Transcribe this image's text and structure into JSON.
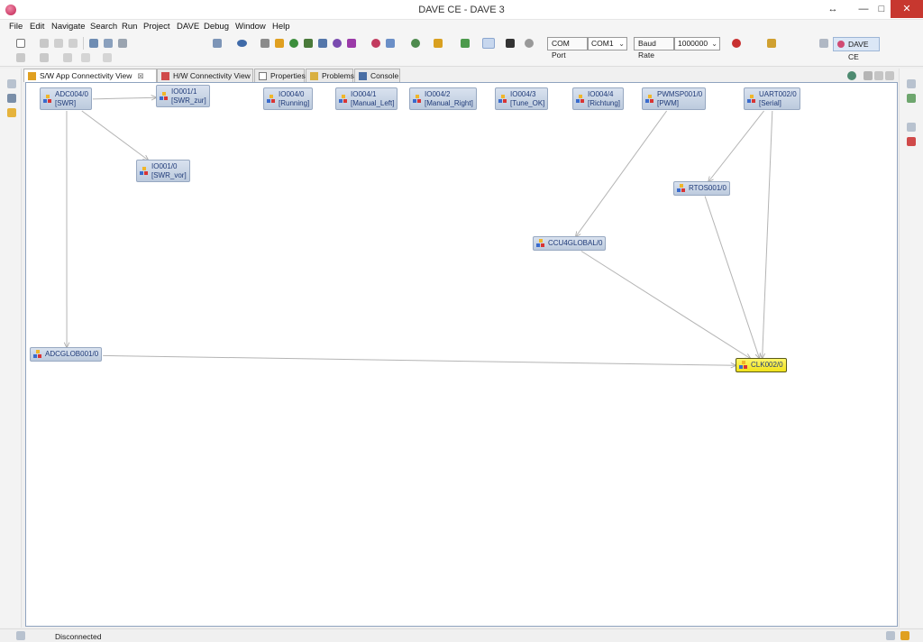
{
  "window": {
    "title": "DAVE CE - DAVE 3",
    "restore_glyph": "↔",
    "minimize_glyph": "—",
    "maximize_glyph": "□",
    "close_glyph": "✕"
  },
  "menu": [
    "File",
    "Edit",
    "Navigate",
    "Search",
    "Run",
    "Project",
    "DAVE",
    "Debug",
    "Window",
    "Help"
  ],
  "toolbar": {
    "com_port_label": "COM Port",
    "com_port_value": "COM1",
    "baud_rate_label": "Baud Rate",
    "baud_rate_value": "1000000",
    "perspective_label": "DAVE CE"
  },
  "tabs": [
    {
      "label": "S/W App Connectivity View",
      "active": true,
      "close": "⊠"
    },
    {
      "label": "H/W Connectivity View",
      "active": false
    },
    {
      "label": "Properties",
      "active": false
    },
    {
      "label": "Problems",
      "active": false
    },
    {
      "label": "Console",
      "active": false
    }
  ],
  "graph": {
    "nodes": [
      {
        "id": "adc004",
        "line1": "ADC004/0",
        "line2": "[SWR]"
      },
      {
        "id": "io001_1",
        "line1": "IO001/1",
        "line2": "[SWR_zur]"
      },
      {
        "id": "io004_0",
        "line1": "IO004/0",
        "line2": "[Running]"
      },
      {
        "id": "io004_1",
        "line1": "IO004/1",
        "line2": "[Manual_Left]"
      },
      {
        "id": "io004_2",
        "line1": "IO004/2",
        "line2": "[Manual_Right]"
      },
      {
        "id": "io004_3",
        "line1": "IO004/3",
        "line2": "[Tune_OK]"
      },
      {
        "id": "io004_4",
        "line1": "IO004/4",
        "line2": "[Richtung]"
      },
      {
        "id": "pwmsp001",
        "line1": "PWMSP001/0",
        "line2": "[PWM]"
      },
      {
        "id": "uart002",
        "line1": "UART002/0",
        "line2": "[Serial]"
      },
      {
        "id": "io001_0",
        "line1": "IO001/0",
        "line2": "[SWR_vor]"
      },
      {
        "id": "rtos001",
        "line1": "RTOS001/0",
        "line2": ""
      },
      {
        "id": "ccu4global",
        "line1": "CCU4GLOBAL/0",
        "line2": ""
      },
      {
        "id": "adcglob001",
        "line1": "ADCGLOB001/0",
        "line2": ""
      },
      {
        "id": "clk002",
        "line1": "CLK002/0",
        "line2": "",
        "highlight": true
      }
    ],
    "edges": [
      [
        "adc004",
        "io001_1"
      ],
      [
        "adc004",
        "io001_0"
      ],
      [
        "adc004",
        "adcglob001"
      ],
      [
        "pwmsp001",
        "ccu4global"
      ],
      [
        "uart002",
        "rtos001"
      ],
      [
        "uart002",
        "clk002"
      ],
      [
        "rtos001",
        "clk002"
      ],
      [
        "ccu4global",
        "clk002"
      ],
      [
        "adcglob001",
        "clk002"
      ]
    ]
  },
  "status": {
    "connection": "Disconnected"
  }
}
